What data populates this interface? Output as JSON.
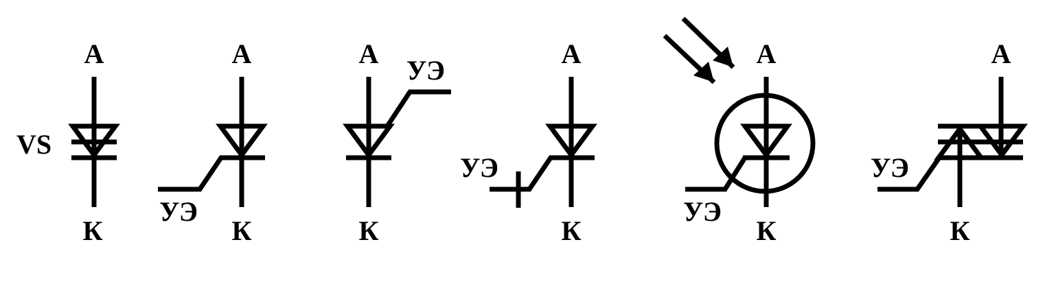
{
  "labels": {
    "anode": "А",
    "cathode": "К",
    "control": "УЭ",
    "designator": "VS"
  },
  "colors": {
    "ink": "#000000",
    "background": "#ffffff"
  },
  "symbols": [
    {
      "id": "thyristor-generic"
    },
    {
      "id": "thyristor-cathode-control"
    },
    {
      "id": "thyristor-anode-control"
    },
    {
      "id": "thyristor-cathode-control-lockable"
    },
    {
      "id": "photothyristor"
    },
    {
      "id": "triac"
    }
  ]
}
